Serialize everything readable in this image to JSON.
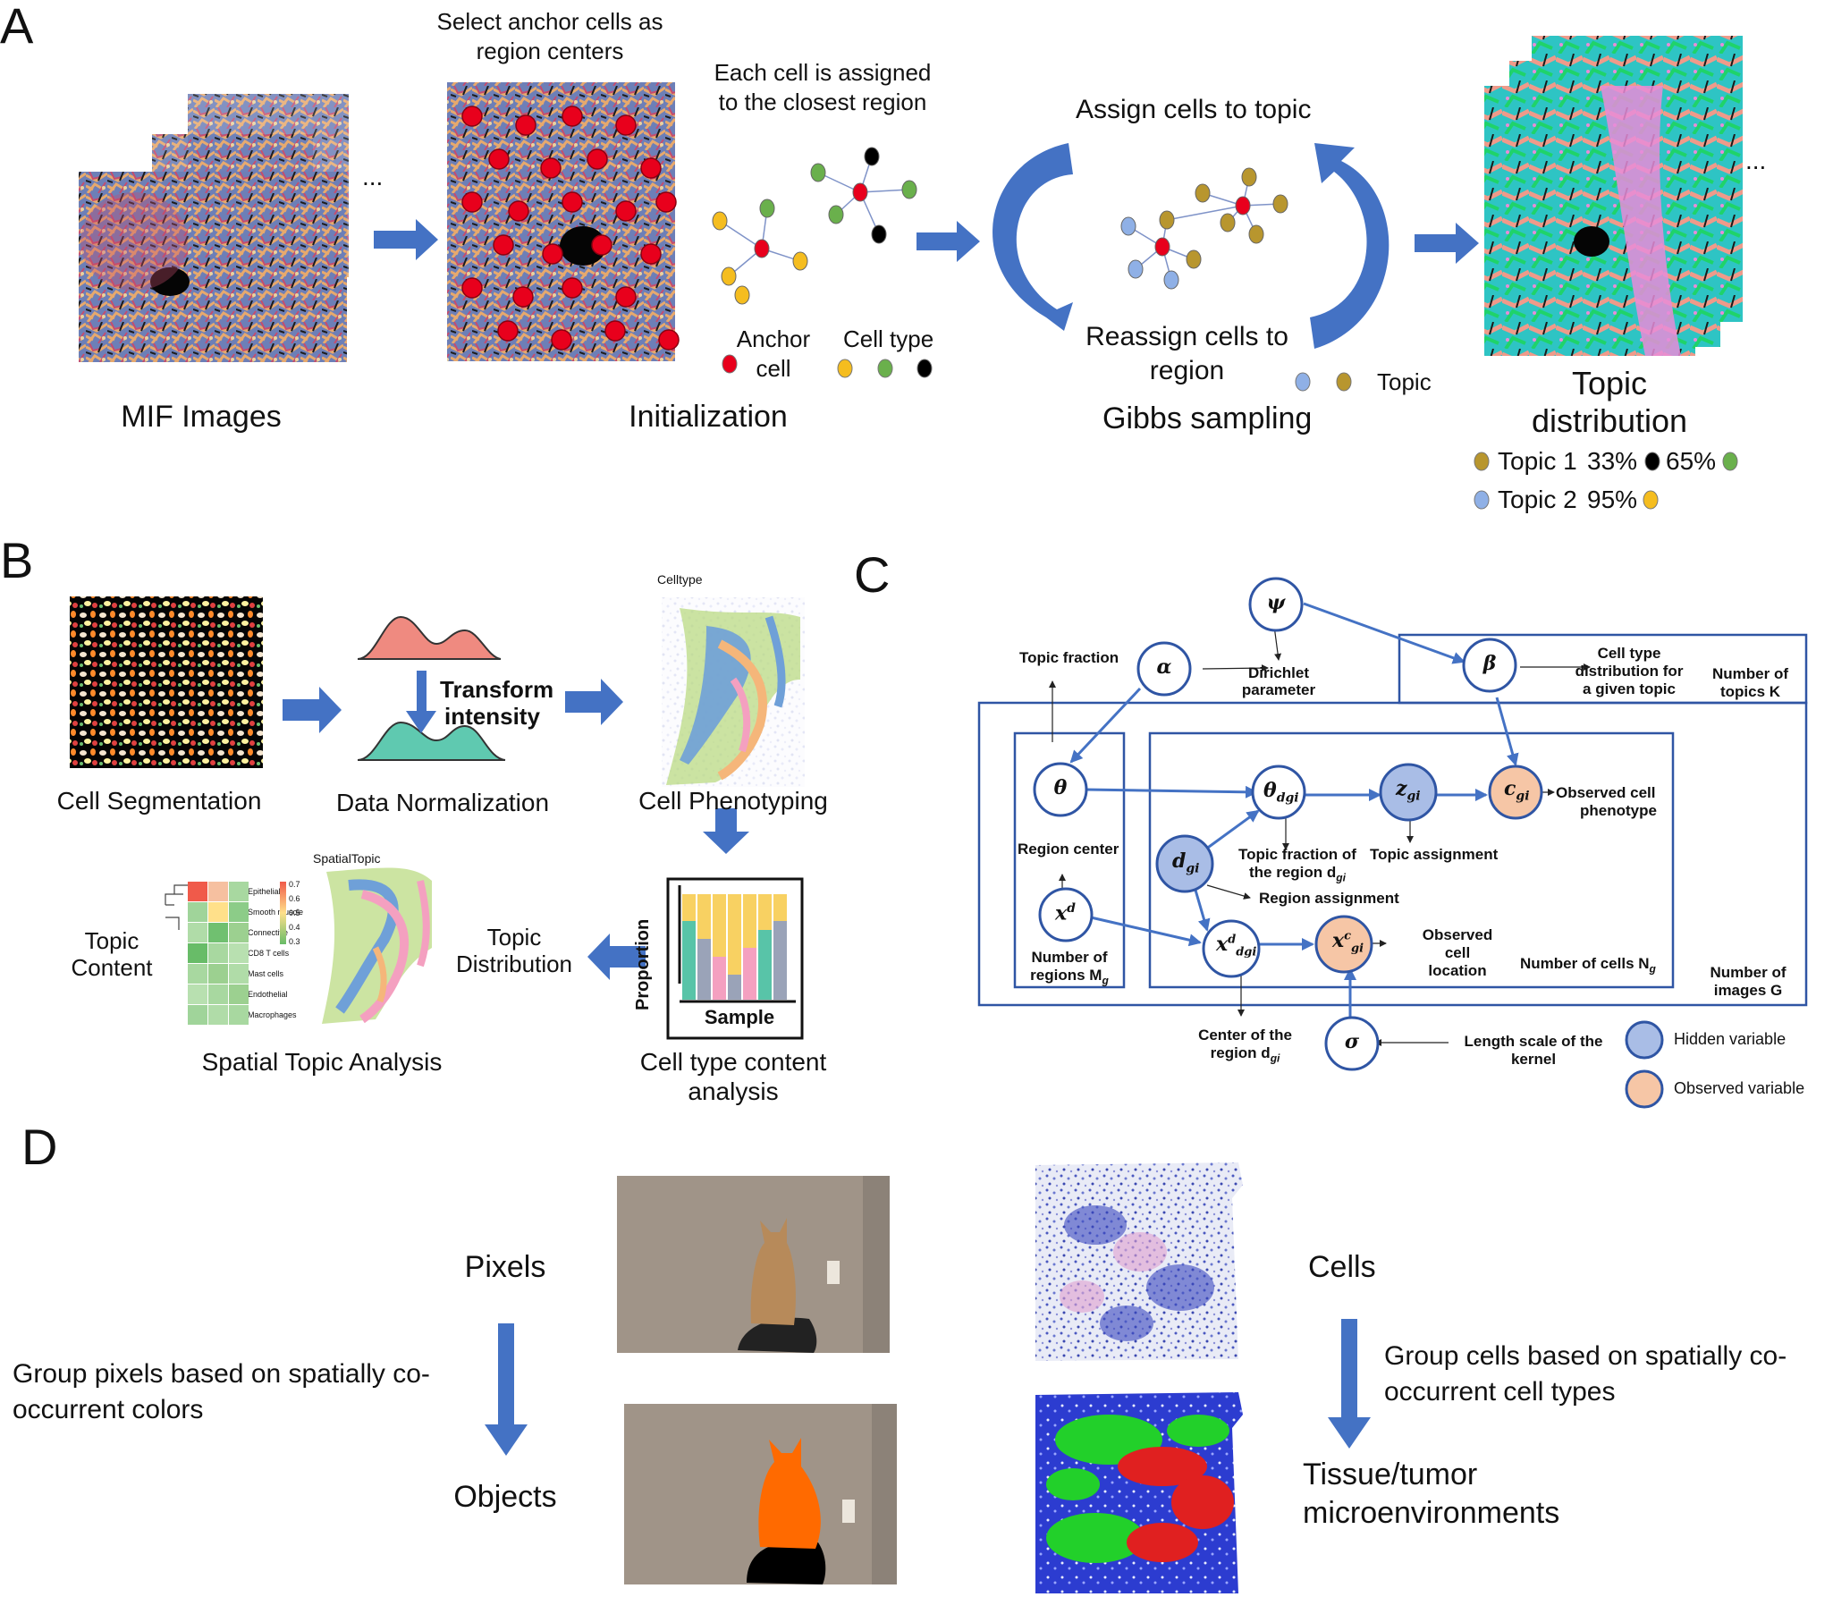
{
  "panels": {
    "a": "A",
    "b": "B",
    "c": "C",
    "d": "D"
  },
  "panel_a": {
    "ellipsis": "...",
    "mif_images": "MIF Images",
    "select_anchor_1": "Select anchor cells as",
    "select_anchor_2": "region centers",
    "initialization": "Initialization",
    "assigned_1": "Each cell is assigned",
    "assigned_2": "to the closest region",
    "anchor_1": "Anchor",
    "anchor_2": "cell",
    "cell_type": "Cell type",
    "assign_topic": "Assign cells to topic",
    "reassign_1": "Reassign cells to",
    "reassign_2": "region",
    "topic": "Topic",
    "gibbs": "Gibbs sampling",
    "topic_dist_1": "Topic",
    "topic_dist_2": "distribution",
    "topic1": "Topic 1",
    "topic1_pct_a": "33%",
    "topic1_pct_b": "65%",
    "topic2": "Topic 2",
    "topic2_pct": "95%"
  },
  "panel_b": {
    "cell_segmentation": "Cell Segmentation",
    "transform_1": "Transform",
    "transform_2": "intensity",
    "data_normalization": "Data Normalization",
    "celltype_caption": "Celltype",
    "cell_phenotyping": "Cell Phenotyping",
    "proportion": "Proportion",
    "sample": "Sample",
    "ct_content_1": "Cell type content",
    "ct_content_2": "analysis",
    "topic_distribution_1": "Topic",
    "topic_distribution_2": "Distribution",
    "spatialtopic_caption": "SpatialTopic",
    "topic_content_1": "Topic",
    "topic_content_2": "Content",
    "spatial_topic_analysis": "Spatial Topic Analysis",
    "heatmap_rows": [
      "Epithelial",
      "Smooth muscle",
      "Connective",
      "CD8 T cells",
      "Mast cells",
      "Endothelial",
      "Macrophages"
    ],
    "heatmap_scale": [
      "0.7",
      "0.6",
      "0.5",
      "0.4",
      "0.3"
    ]
  },
  "panel_c": {
    "psi": "ψ",
    "alpha": "α",
    "beta": "β",
    "theta": "θ",
    "theta_dgi": "θ",
    "theta_dgi_sub": "dgi",
    "z": "z",
    "z_sub": "gi",
    "c": "c",
    "c_sub": "gi",
    "d": "d",
    "d_sub": "gi",
    "xd": "x",
    "xd_sup": "d",
    "xdgi": "x",
    "xdgi_sup": "d",
    "xdgi_sub": "dgi",
    "xc": "x",
    "xc_sup": "c",
    "xc_sub": "gi",
    "sigma": "σ",
    "topic_fraction": "Topic fraction",
    "dirichlet_1": "Dirichlet",
    "dirichlet_2": "parameter",
    "ct_dist_1": "Cell type",
    "ct_dist_2": "distribution for",
    "ct_dist_3": "a given topic",
    "num_topics_1": "Number of",
    "num_topics_2": "topics K",
    "observed_phen_1": "Observed cell",
    "observed_phen_2": "phenotype",
    "region_center": "Region center",
    "topic_frac_region_1": "Topic fraction of",
    "topic_frac_region_2": "the region d",
    "topic_frac_region_sub": "gi",
    "topic_assignment": "Topic assignment",
    "region_assignment": "Region assignment",
    "num_regions_1": "Number of",
    "num_regions_2": "regions M",
    "num_regions_sub": "g",
    "observed_loc_1": "Observed",
    "observed_loc_2": "cell",
    "observed_loc_3": "location",
    "num_cells": "Number of cells N",
    "num_cells_sub": "g",
    "num_images_1": "Number of",
    "num_images_2": "images  G",
    "center_region_1": "Center of the",
    "center_region_2": "region d",
    "center_region_sub": "gi",
    "length_scale_1": "Length scale of the",
    "length_scale_2": "kernel",
    "hidden_variable": "Hidden variable",
    "observed_variable": "Observed variable"
  },
  "panel_d": {
    "pixels": "Pixels",
    "group_pixels_1": "Group pixels based on spatially co-",
    "group_pixels_2": "occurrent colors",
    "objects": "Objects",
    "cells": "Cells",
    "group_cells_1": "Group cells based on spatially co-",
    "group_cells_2": "occurrent cell types",
    "tissue_1": "Tissue/tumor",
    "tissue_2": "microenvironments"
  },
  "colors": {
    "arrow_blue": "#4472c4",
    "node_stroke": "#2f55a4",
    "hidden_fill": "#a9bde6",
    "observed_fill": "#f6c6a6",
    "anchor_red": "#e8001c",
    "cell_yellow": "#f5bd1f",
    "cell_green": "#6ab04c",
    "cell_black": "#000000",
    "topic_gold": "#b8962e",
    "topic_lightblue": "#8fb0e6",
    "topic_green": "#1fd36a",
    "topic_pink": "#e88cd8",
    "topic_cyan": "#2ec4c4",
    "topic_salmon": "#ef9a8a",
    "seg_red": "#ff0000",
    "seg_green": "#00d000",
    "seg_blue": "#2020d0",
    "cat_orange": "#ff6a00"
  }
}
